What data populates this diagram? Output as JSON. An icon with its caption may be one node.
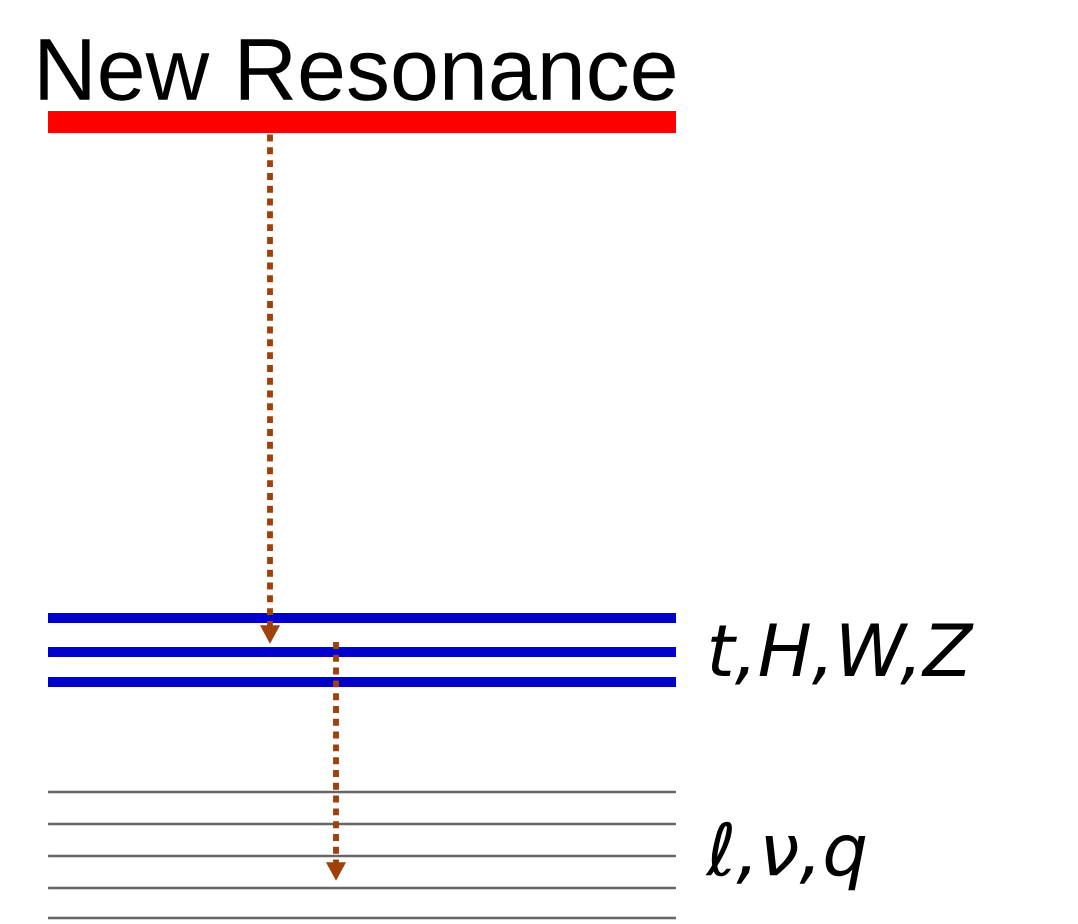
{
  "diagram": {
    "nodes": [
      {
        "text": [
          "New Resonance"
        ]
      },
      {
        "text": [
          "t,H,W,Z"
        ]
      },
      {
        "text": [
          "ℓ,ν,q"
        ]
      }
    ],
    "edges": [
      {
        "from": 0,
        "to": 1,
        "arrow": "to",
        "style": "dashed"
      },
      {
        "from": 1,
        "to": 2,
        "arrow": "to",
        "style": "dashed"
      }
    ]
  }
}
